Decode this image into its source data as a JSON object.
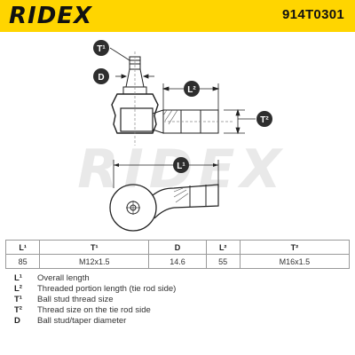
{
  "header": {
    "brand": "RIDEX",
    "part_number": "914T0301"
  },
  "watermark": "RIDEX",
  "diagram": {
    "labels": {
      "t1": "T¹",
      "d": "D",
      "l2": "L²",
      "t2": "T²",
      "l1": "L¹"
    }
  },
  "specs": {
    "headers": [
      "L¹",
      "T¹",
      "D",
      "L²",
      "T²"
    ],
    "values": [
      "85",
      "M12x1.5",
      "14.6",
      "55",
      "M16x1.5"
    ]
  },
  "legend": [
    {
      "key": "L¹",
      "text": "Overall length"
    },
    {
      "key": "L²",
      "text": "Threaded portion length (tie rod side)"
    },
    {
      "key": "T¹",
      "text": "Ball stud thread size"
    },
    {
      "key": "T²",
      "text": "Thread size on the tie rod side"
    },
    {
      "key": "D",
      "text": "Ball stud/taper diameter"
    }
  ],
  "colors": {
    "brand_yellow": "#ffd500",
    "callout_dark": "#2e2e2e",
    "line": "#222222",
    "watermark": "#e9e9e9"
  }
}
